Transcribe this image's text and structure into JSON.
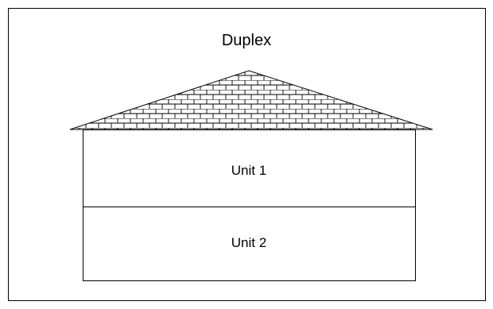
{
  "diagram": {
    "title": "Duplex",
    "units": [
      {
        "label": "Unit 1"
      },
      {
        "label": "Unit 2"
      }
    ],
    "roof": {
      "pattern": "brick",
      "fill_color": "#ffffff",
      "line_color": "#000000"
    },
    "frame_color": "#000000",
    "background_color": "#ffffff"
  }
}
